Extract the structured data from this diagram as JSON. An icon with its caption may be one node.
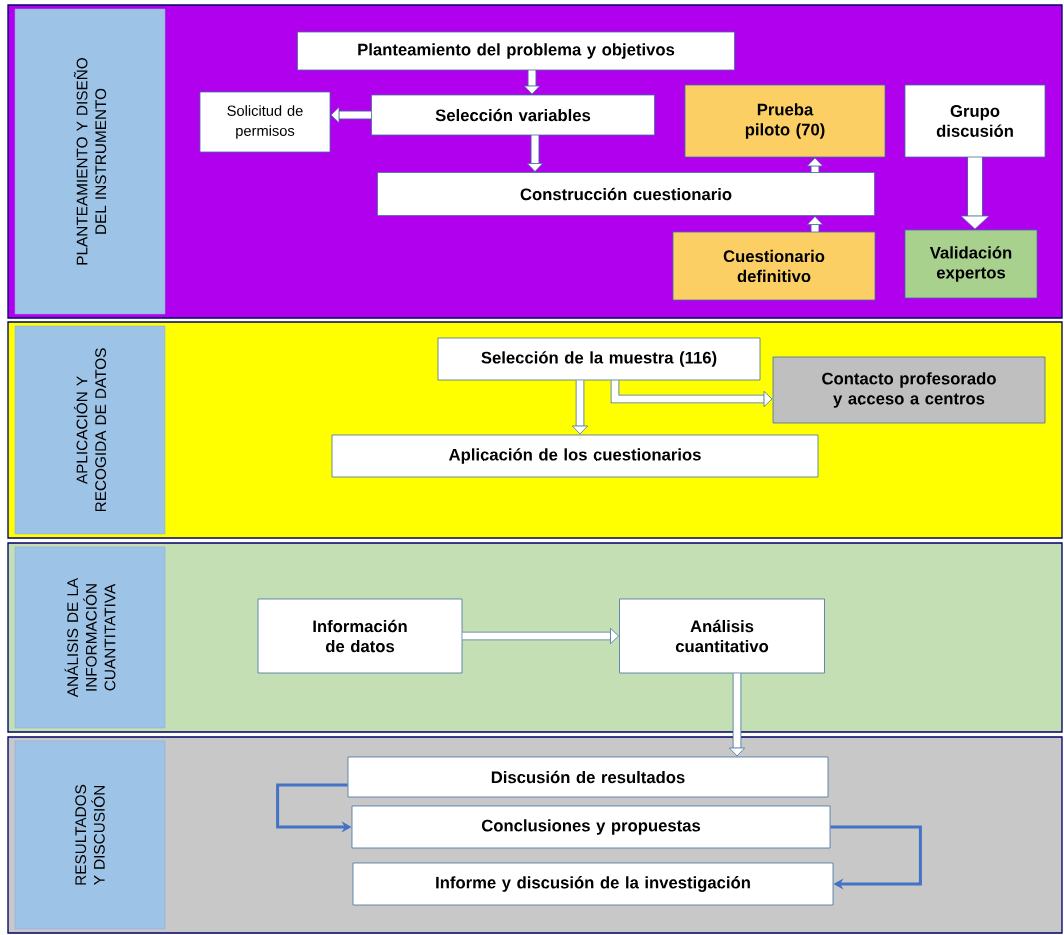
{
  "diagram": {
    "nodes": [
      {
        "text": [
          "PLANTEAMIENTO Y DISEÑO DEL INSTRUMENTO"
        ]
      },
      {
        "text": [
          "Planteamiento del problema y objetivos"
        ],
        "in": 0
      },
      {
        "text": [
          "Solicitud de permisos"
        ],
        "in": 0
      },
      {
        "text": [
          "Selección variables"
        ],
        "in": 0
      },
      {
        "text": [
          "Prueba piloto (70)"
        ],
        "in": 0
      },
      {
        "text": [
          "Grupo discusión"
        ],
        "in": 0
      },
      {
        "text": [
          "Construcción cuestionario"
        ],
        "in": 0
      },
      {
        "text": [
          "Cuestionario definitivo"
        ],
        "in": 0
      },
      {
        "text": [
          "Validación expertos"
        ],
        "in": 0
      },
      {
        "text": [
          "APLICACIÓN Y RECOGIDA DE DATOS"
        ]
      },
      {
        "text": [
          "Selección de la muestra (116)"
        ],
        "in": 9
      },
      {
        "text": [
          "Contacto profesorado y acceso a centros"
        ],
        "in": 9
      },
      {
        "text": [
          "Aplicación de los cuestionarios"
        ],
        "in": 9
      },
      {
        "text": [
          "ANÁLISIS DE LA INFORMACIÓN CUANTITATIVA"
        ]
      },
      {
        "text": [
          "Información de datos"
        ],
        "in": 13
      },
      {
        "text": [
          "Análisis cuantitativo"
        ],
        "in": 13
      },
      {
        "text": [
          "RESULTADOS Y DISCUSIÓN"
        ]
      },
      {
        "text": [
          "Discusión de resultados"
        ],
        "in": 16
      },
      {
        "text": [
          "Conclusiones y propuestas"
        ],
        "in": 16
      },
      {
        "text": [
          "Informe y discusión de la investigación"
        ],
        "in": 16
      }
    ],
    "edges": [
      {
        "from": 1,
        "to": 3,
        "arrow": "to"
      },
      {
        "from": 3,
        "to": 2,
        "arrow": "to"
      },
      {
        "from": 3,
        "to": 6,
        "arrow": "to"
      },
      {
        "from": 6,
        "to": 4,
        "arrow": "to"
      },
      {
        "from": 7,
        "to": 6,
        "arrow": "to"
      },
      {
        "from": 5,
        "to": 8,
        "arrow": "to",
        "style": "thick"
      },
      {
        "from": 10,
        "to": 12,
        "arrow": "to"
      },
      {
        "from": 10,
        "to": 11,
        "arrow": "to"
      },
      {
        "from": 14,
        "to": 15,
        "arrow": "to"
      },
      {
        "from": 15,
        "to": 17,
        "arrow": "to"
      },
      {
        "from": 17,
        "to": 18,
        "arrow": "to",
        "color": "#4472c4"
      },
      {
        "from": 18,
        "to": 19,
        "arrow": "to",
        "color": "#4472c4"
      }
    ]
  }
}
